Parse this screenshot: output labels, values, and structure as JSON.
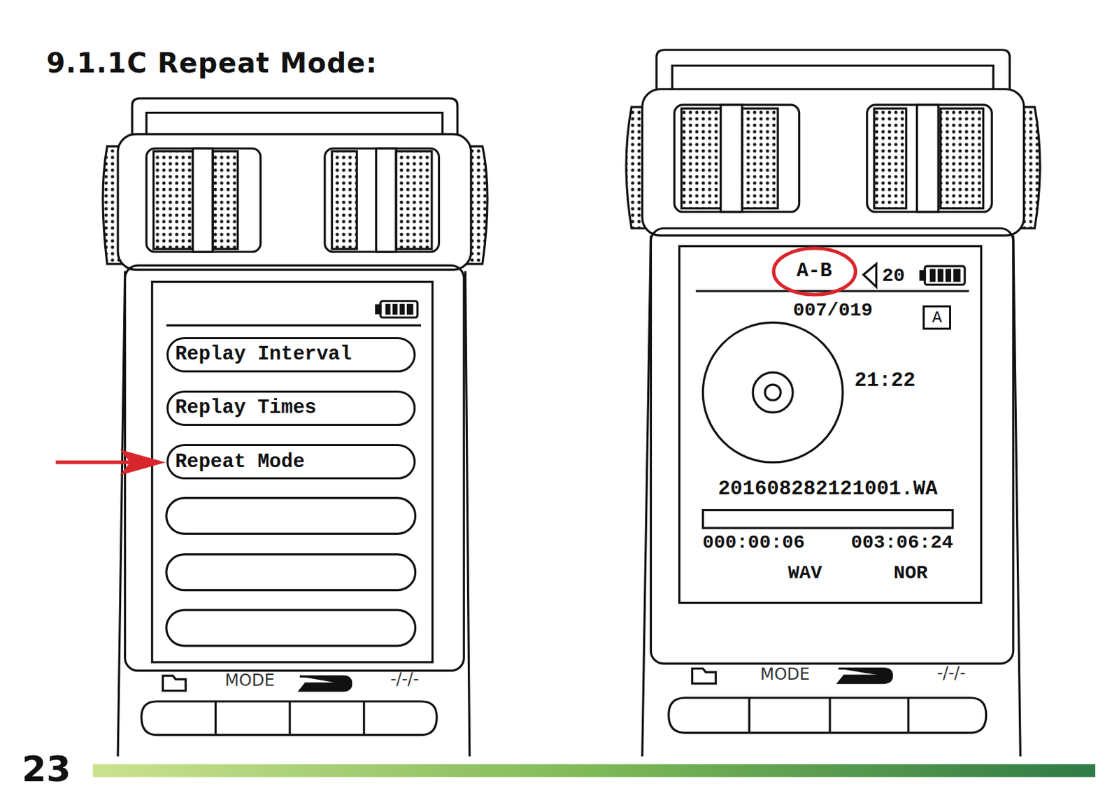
{
  "diagram": {
    "title": "9.1.1C Repeat Mode:",
    "nodes": [
      {
        "text": [
          "Replay Interval"
        ]
      },
      {
        "text": [
          "Replay Times"
        ]
      },
      {
        "text": [
          "Repeat Mode"
        ]
      },
      {
        "text": [
          "A-B"
        ]
      },
      {
        "text": [
          "A"
        ]
      }
    ],
    "labels": [
      "MODE",
      "-/-/-",
      "20",
      "007/019",
      "21:22",
      "201608282121001.WA",
      "000:00:06",
      "003:06:24",
      "WAV",
      "NOR",
      "MODE",
      "-/-/-",
      "23"
    ]
  }
}
